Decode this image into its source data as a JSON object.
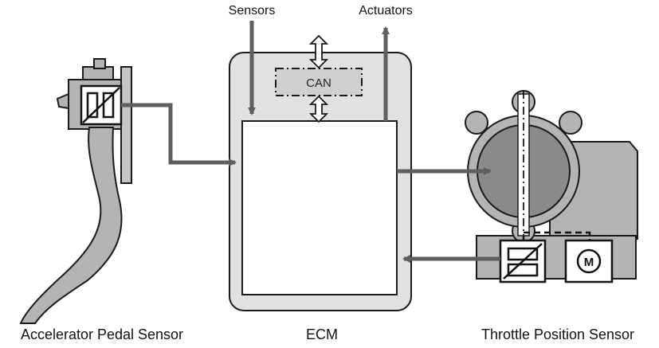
{
  "labels": {
    "sensors": "Sensors",
    "actuators": "Actuators",
    "can": "CAN",
    "accelerator_pedal_sensor": "Accelerator Pedal Sensor",
    "ecm": "ECM",
    "throttle_position_sensor": "Throttle Position Sensor",
    "motor": "M"
  },
  "colors": {
    "background": "#ffffff",
    "ecm_housing": "#e1e1e1",
    "component_gray": "#b4b4b4",
    "throttle_plate": "#8a8a8a",
    "signal_arrow": "#5f5f5f",
    "outline": "#1a1a1a"
  }
}
